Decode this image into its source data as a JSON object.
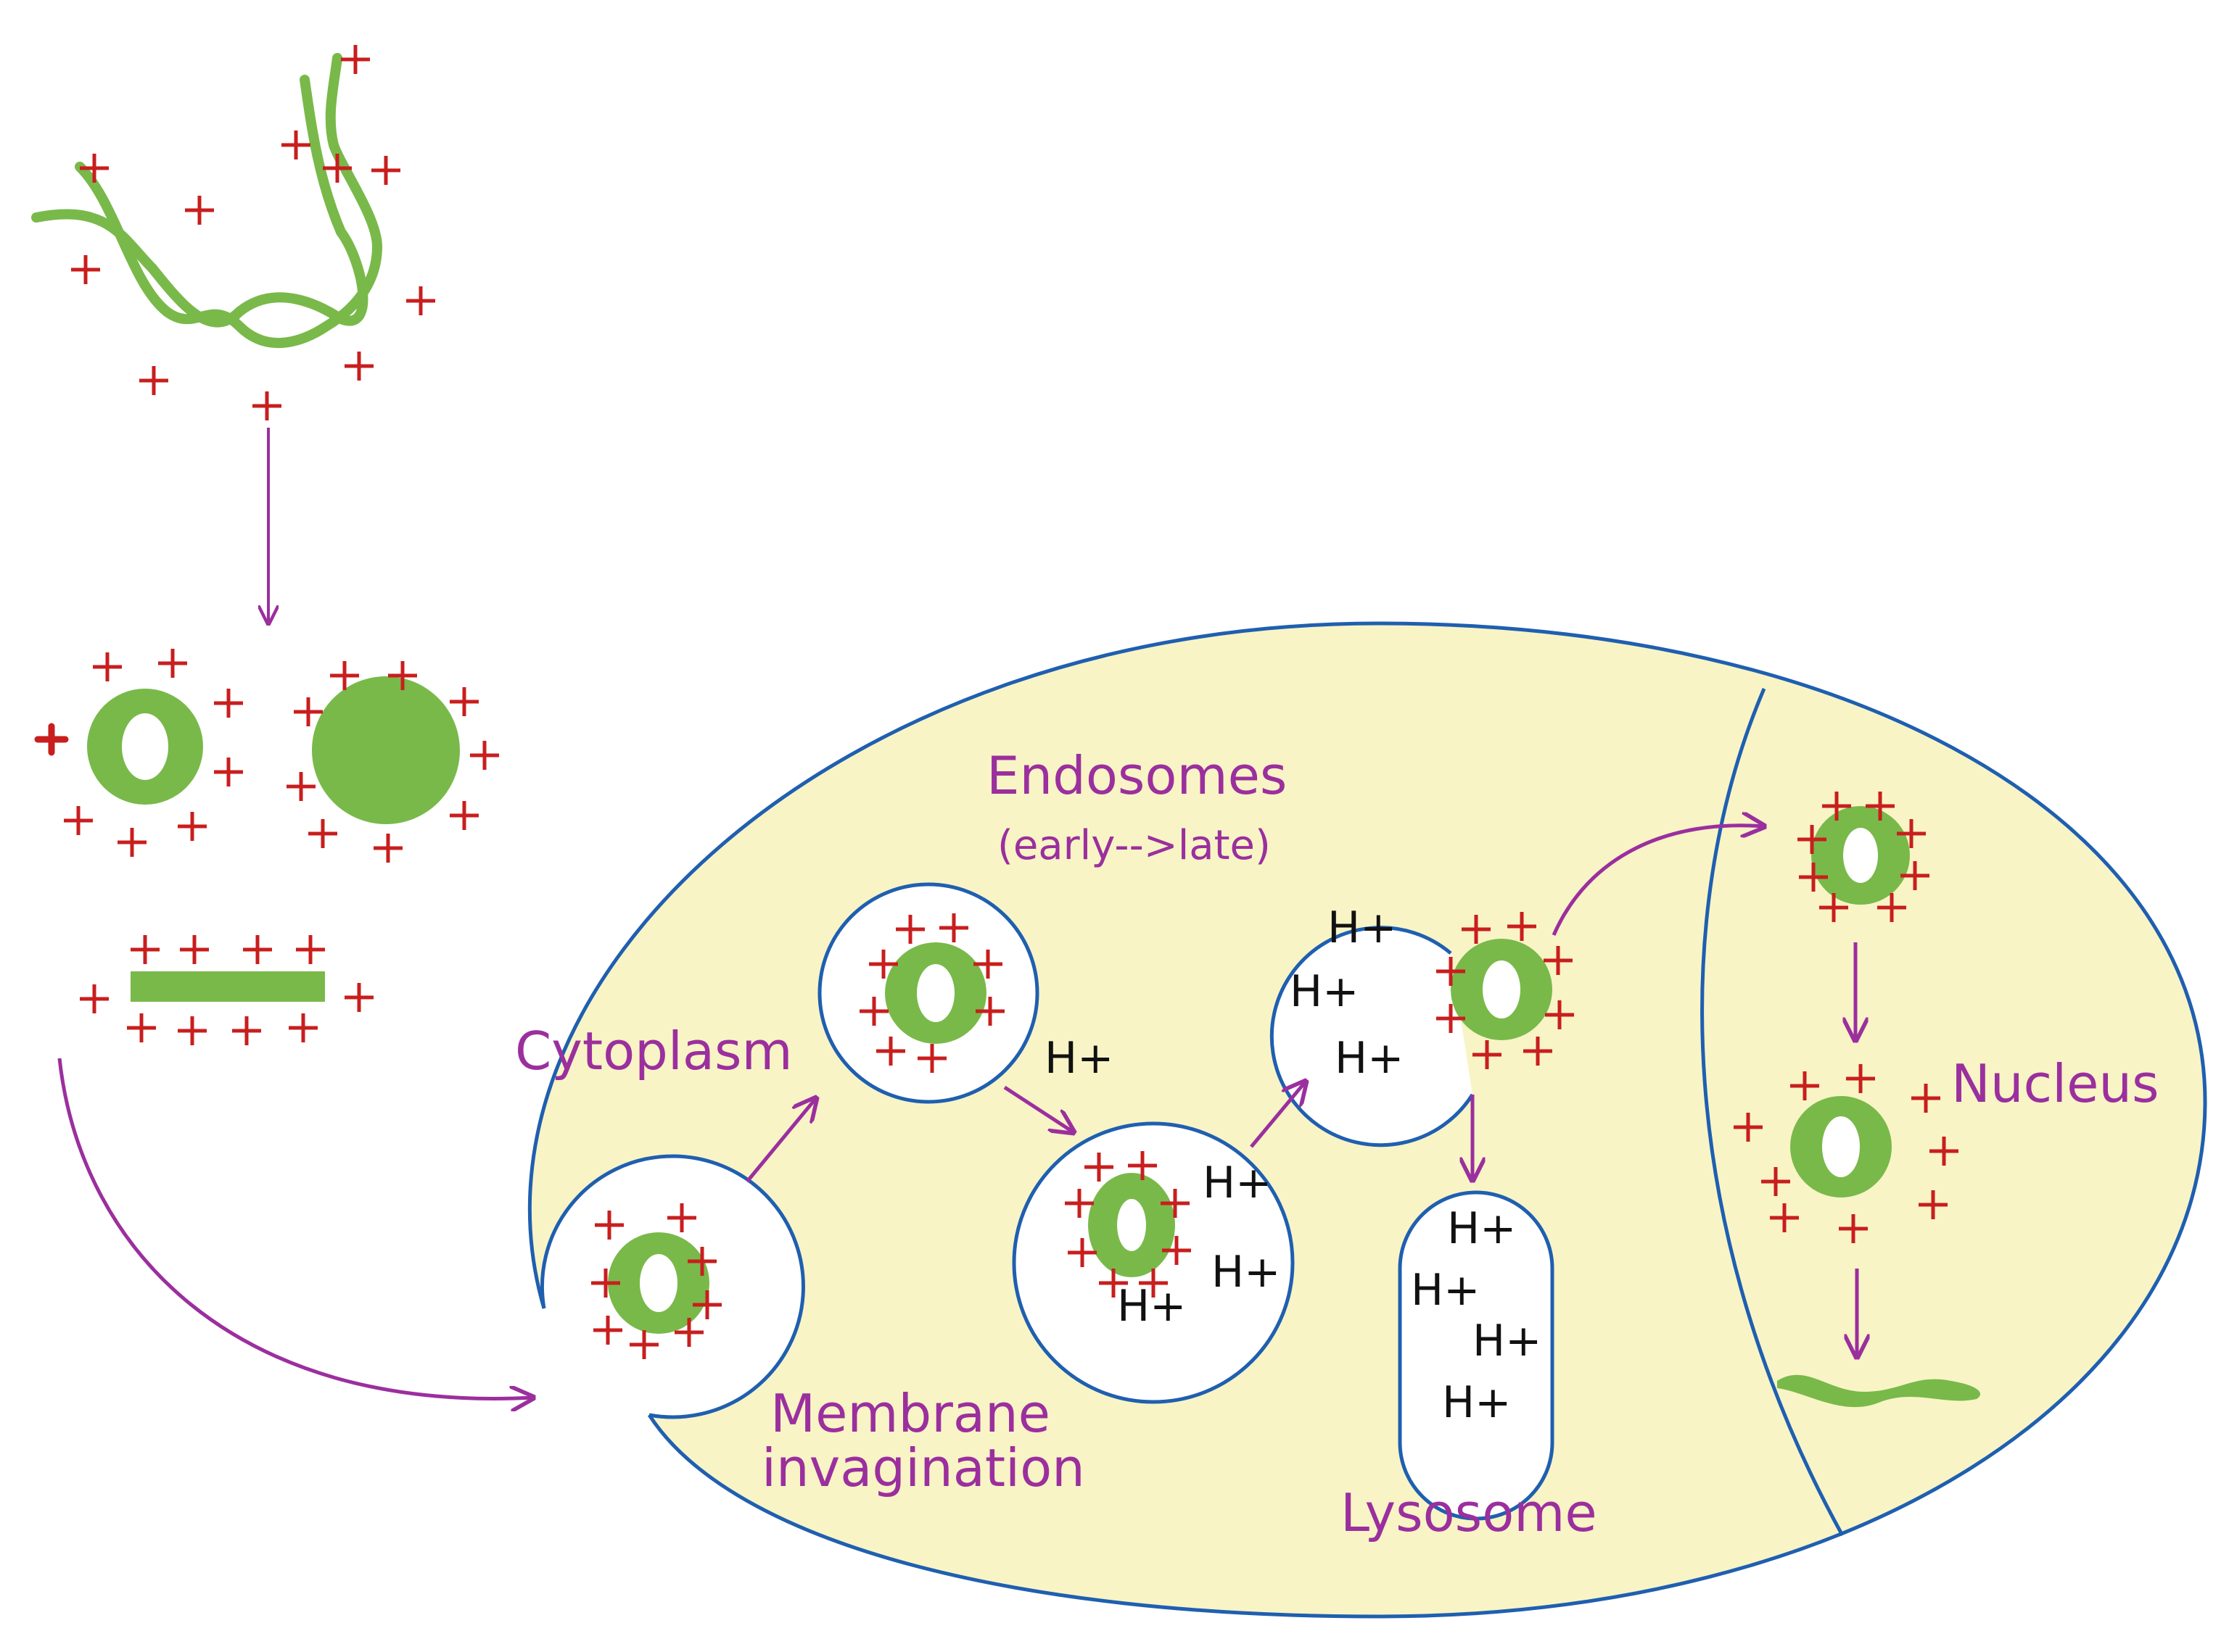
{
  "colors": {
    "cell_fill": "#f8f4c6",
    "membrane": "#1f5fb0",
    "label": "#9b2f9e",
    "arrow": "#9b2f9e",
    "particle": "#79b94a",
    "charge": "#c81e1e",
    "proton_text": "#111111"
  },
  "labels": {
    "endosomes": "Endosomes",
    "endosomes_sub": "(early-->late)",
    "cytoplasm": "Cytoplasm",
    "membrane_1": "Membrane",
    "membrane_2": "invagination",
    "lysosome": "Lysosome",
    "nucleus": "Nucleus"
  },
  "proton_label": "H+",
  "charge_symbol": "+"
}
